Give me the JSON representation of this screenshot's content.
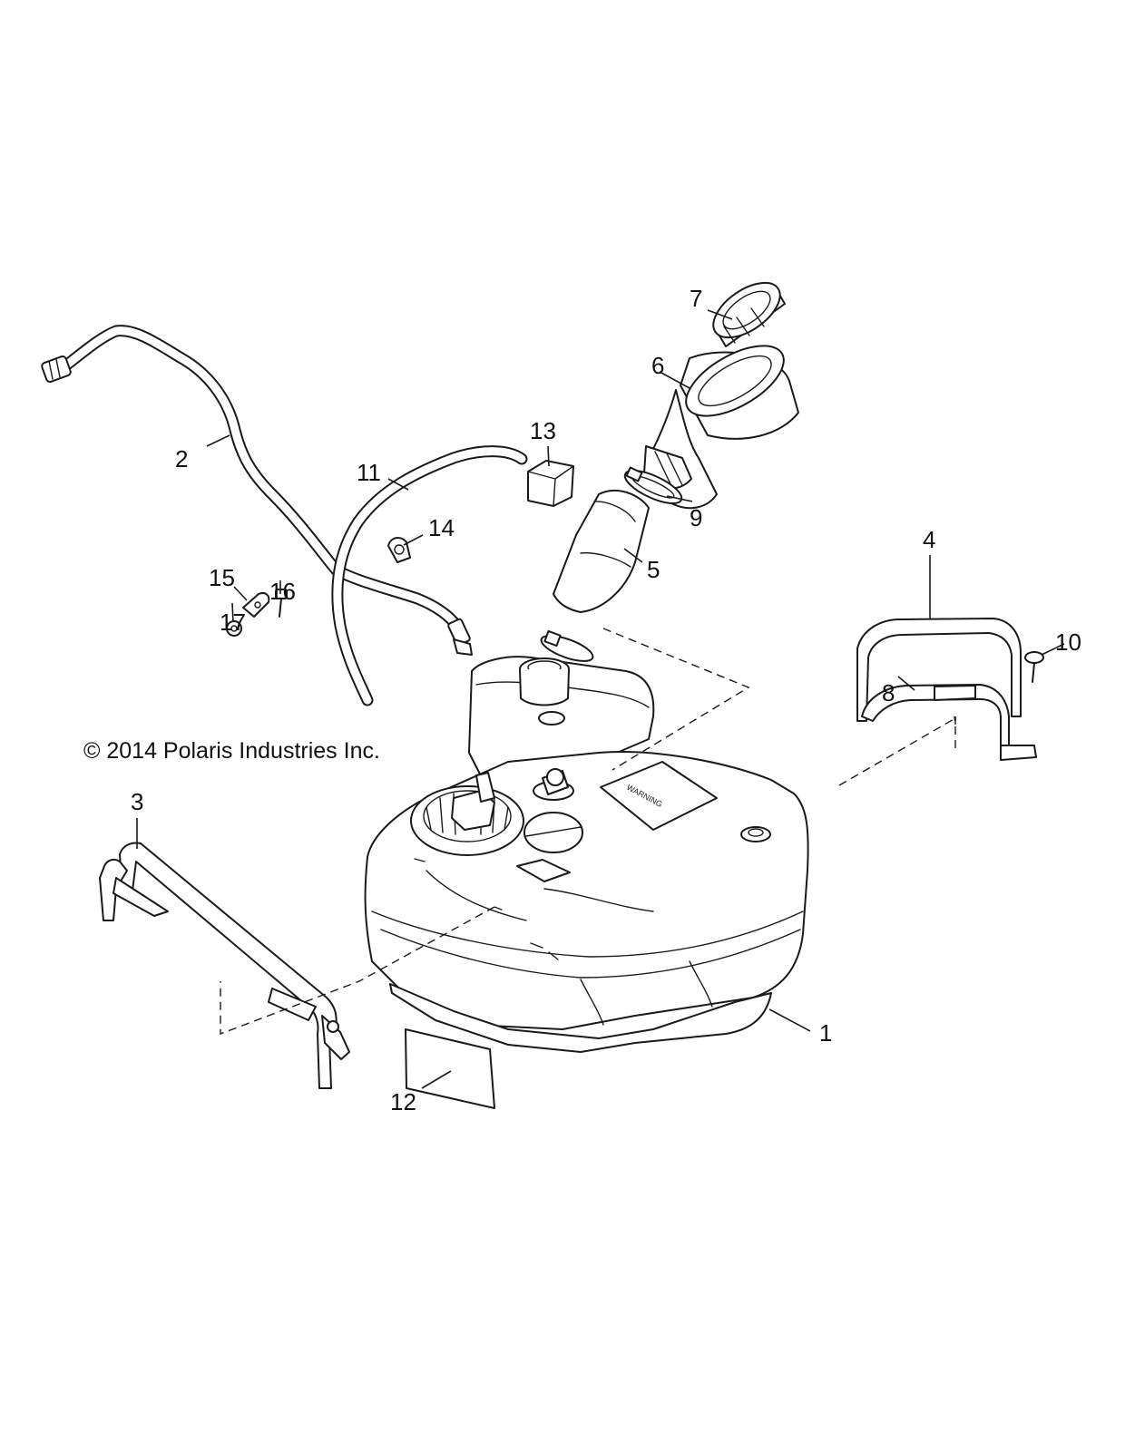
{
  "copyright": "© 2014 Polaris Industries Inc.",
  "callouts": {
    "c1": "1",
    "c2": "2",
    "c3": "3",
    "c4": "4",
    "c5": "5",
    "c6": "6",
    "c7": "7",
    "c8": "8",
    "c9": "9",
    "c10": "10",
    "c11": "11",
    "c12": "12",
    "c13": "13",
    "c14": "14",
    "c15": "15",
    "c16": "16",
    "c17": "17"
  }
}
